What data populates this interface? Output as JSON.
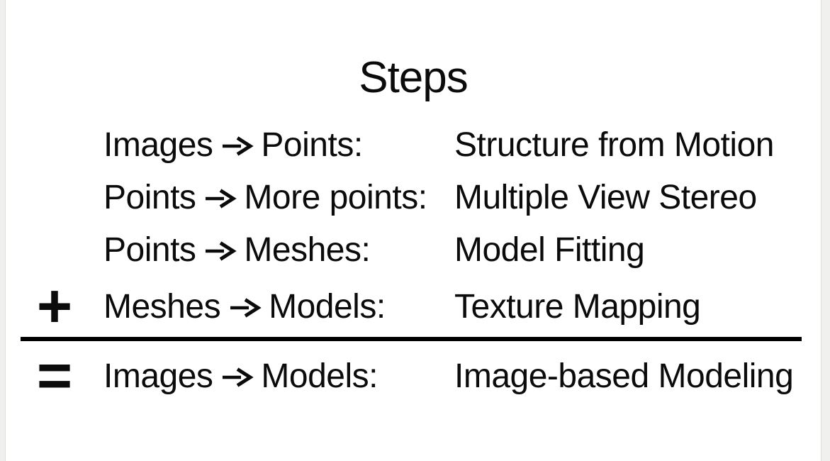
{
  "slide": {
    "title": "Steps",
    "rows": [
      {
        "prefix": "",
        "from": "Images",
        "arrow": "→",
        "to": "Points:",
        "method": "Structure from Motion"
      },
      {
        "prefix": "",
        "from": "Points",
        "arrow": "→",
        "to": "More points:",
        "method": "Multiple View Stereo"
      },
      {
        "prefix": "",
        "from": "Points",
        "arrow": "→",
        "to": "Meshes:",
        "method": "Model Fitting"
      },
      {
        "prefix": "+",
        "from": "Meshes",
        "arrow": "→",
        "to": "Models:",
        "method": "Texture Mapping"
      },
      {
        "prefix": "=",
        "from": "Images",
        "arrow": "→",
        "to": "Models:",
        "method": "Image-based Modeling"
      }
    ],
    "colors": {
      "text": "#0b0b0b",
      "divider": "#000000",
      "page_background": "#f0f0ee",
      "slide_background": "#ffffff"
    }
  }
}
